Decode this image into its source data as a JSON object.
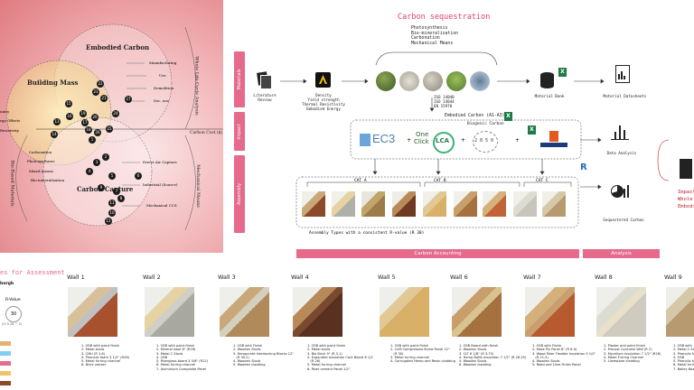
{
  "colors": {
    "accent": "#e56a8c",
    "panel": "#e8838a",
    "carbon_title": "#e0407a"
  },
  "venn": {
    "embodied_carbon": "Embodied Carbon",
    "building_mass": "Building Mass",
    "carbon_capture": "Carbon Capture",
    "whole_life": "Whole Life Cycle Analysis",
    "bio_based": "Bio-Based Materials",
    "mechanical": "Mechanical Means",
    "carbon_cost": "Carbon Cost ($)",
    "left_cut": [
      "unity",
      "rgy Offsets",
      "Resistivity"
    ],
    "right_top": [
      "Manufacturing",
      "Use",
      "Demolition",
      "Sec. use"
    ],
    "right_bottom": [
      "Direct Air Capture",
      "Industrial (Source)",
      "Mechanical CCS"
    ],
    "left_bottom": [
      "Carbonation",
      "Photosynthesis",
      "Mixed means",
      "Bio-mineralisation"
    ],
    "numbers": [
      "1",
      "2",
      "3",
      "4",
      "5",
      "6",
      "7",
      "8",
      "9",
      "10",
      "11",
      "12",
      "13",
      "14",
      "15",
      "16",
      "17",
      "18",
      "19",
      "20",
      "21",
      "22",
      "23",
      "24",
      "25",
      "26",
      "27"
    ]
  },
  "tabs": {
    "materials": "Materials",
    "impact": "Impact",
    "assembly": "Assembly"
  },
  "flow": {
    "title": "Carbon sequestration",
    "methods": [
      "Photosynthesis",
      "Bio-mineralisation",
      "Carbonation",
      "Mechanical Means"
    ],
    "lit_review": "Literature Review",
    "props": [
      "Density",
      "Yield strength",
      "Thermal Resistivity",
      "Embodied Energy"
    ],
    "iso": [
      "ISO 14040",
      "ISO 14044",
      "EN 15978"
    ],
    "material_bank": "Material Bank",
    "material_datasheets": "Material Datasheets",
    "embodied_label": "Embodied Carbon (A1-A3)",
    "biogenic_label": "Biogenic Carbon",
    "ec3": "EC3",
    "oneclick_a": "One",
    "oneclick_b": "Click",
    "oneclick_c": "LCA",
    "year": "2 0 5 0",
    "data_analysis": "Data Analysis",
    "sequestered": "Sequestered Carbon",
    "impact_text": [
      "Impact",
      "Whole",
      "Embodi"
    ],
    "cat_a": "CAT A",
    "cat_b": "CAT B",
    "cat_c": "CAT C",
    "assembly_caption": "Assembly Types with a consistent R-value (R 30)",
    "carbon_accounting": "Carbon Accounting",
    "analysis": "Analysis"
  },
  "bottom_left": {
    "heading": "es for Assessment",
    "sub": "burgh",
    "rvalue_label": "R-Value",
    "rvalue": "30",
    "rvalue_sub": "(SI 5.28 ^ 2)"
  },
  "walls": [
    {
      "title": "Wall 1",
      "items": "1. OSB with paint finish\n2. Metal studs\n3. CMU (R 1.6)\n4. Phenolic foam 3 1/2\" (R28)\n5. Metal furring channel\n6. Brick veneer"
    },
    {
      "title": "Wall 2",
      "items": "1. OSB with paint finish\n2. Mineral wool 6\" (R18)\n3. Metal C Studs\n4. OSB\n5. Fiberglass board 3 5/8\" (R12)\n6. Metal furring channel\n7. Aluminium Composite Panel"
    },
    {
      "title": "Wall 3",
      "items": "1. OSB with Finish\n2. Wooden Studs\n3. Hempcrete Interlocking Blocks 12\"\n   (R 30.2)\n4. Wooden Studs\n5. Wooden cladding"
    },
    {
      "title": "Wall 4",
      "items": "1. OSB with paint finish\n2. Metal studs\n3. Bio Brick 9\" (R 3.1)\n4. Expanded Insulation Cork Board 6 1/2\n   (R 26)\n5. Metal furring channel\n6. Fiber cement Panel 1/2\""
    },
    {
      "title": "Wall 5",
      "items": "1. OSB with paint finish\n2. CnM Compressed Straw Panel 12\"\n   (R 30)\n3. Metal furring channel\n4. Corrugated Hemp and Resin cladding"
    },
    {
      "title": "Wall 6",
      "items": "1. OSB Board with finish\n2. Wooden Studs\n3. CLT 6 1/8\" (R 3.75)\n4. Hemp Batts Insulation 7 1/2\" (R 26.25)\n5. Wooden Studs\n6. Wooden cladding"
    },
    {
      "title": "Wall 7",
      "items": "1. OSB with Finish\n2. Mass Ply Panel 8\" (R 6.4)\n3. Wood Fiber Flexible Insulation 5 1/2\"\n   (R 21.5)\n4. Wooden Studs\n5. Reed and Lime Finish Panel"
    },
    {
      "title": "Wall 8",
      "items": "1. Plaster and paint finish\n2. Precast Concrete Wall (R 2)\n3. Mycelium Insulation 7 1/2\" (R28)\n4. Metal Furring Channel\n5. Limestone cladding"
    },
    {
      "title": "Wall 9",
      "items": "1. OSB with\n2. Metal C St\n3. Phenolic fo\n4. OSB\n5. Phenolic foa\n6. Metal furrin\n7. Bailey Board"
    }
  ],
  "legend_chips": [
    "#e8b070",
    "#7fd0f0",
    "#e56a8c",
    "#f2c46a",
    "#8a4a2a"
  ]
}
